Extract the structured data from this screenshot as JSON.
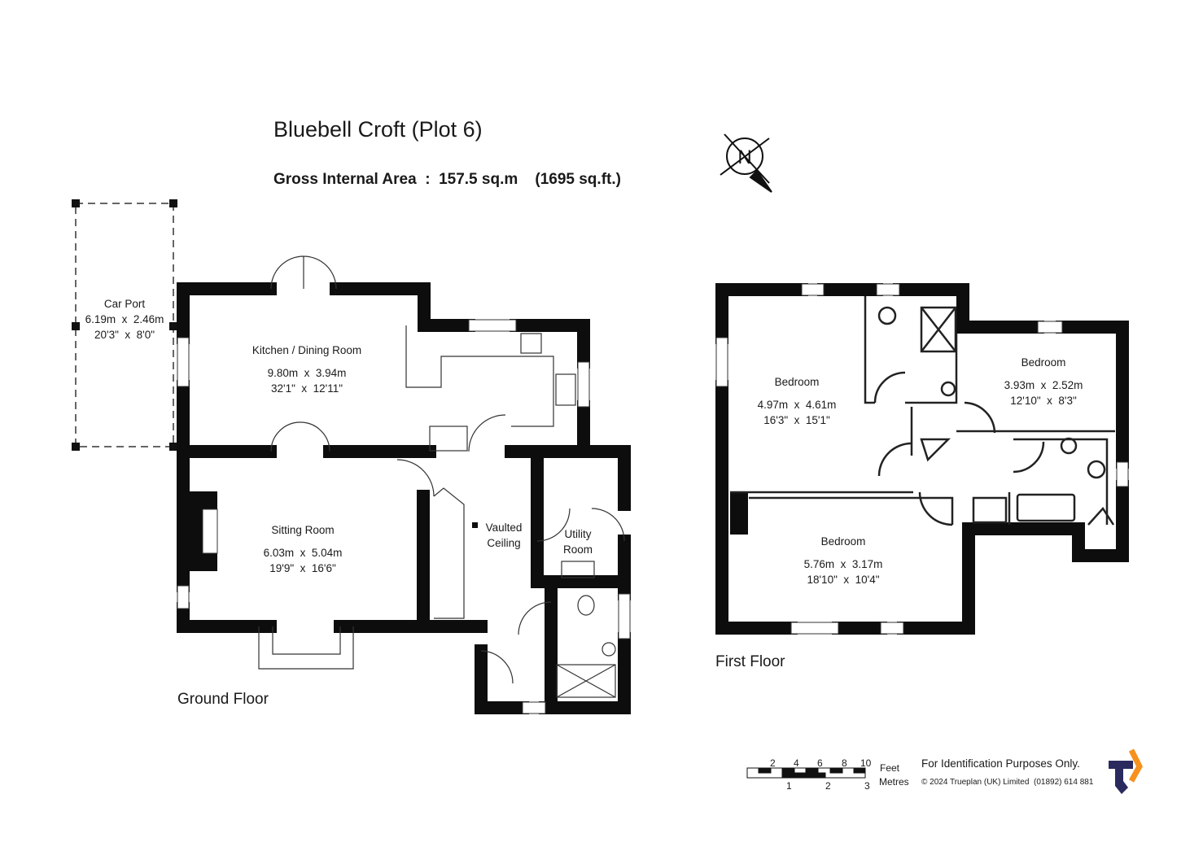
{
  "header": {
    "title": "Bluebell Croft (Plot 6)",
    "gross_internal_area": "Gross Internal Area  :  157.5 sq.m    (1695 sq.ft.)"
  },
  "compass": {
    "label": "N"
  },
  "ground_floor": {
    "label": "Ground Floor",
    "rooms": [
      {
        "name": "Car Port",
        "metric": "6.19m  x  2.46m",
        "imperial": "20'3\"  x  8'0\""
      },
      {
        "name": "Kitchen / Dining Room",
        "metric": "9.80m  x  3.94m",
        "imperial": "32'1\"  x  12'11\""
      },
      {
        "name": "Sitting Room",
        "metric": "6.03m  x  5.04m",
        "imperial": "19'9\"  x  16'6\""
      },
      {
        "name": "Vaulted",
        "metric": "Ceiling"
      },
      {
        "name": "Utility",
        "metric": "Room"
      }
    ]
  },
  "first_floor": {
    "label": "First Floor",
    "rooms": [
      {
        "name": "Bedroom",
        "metric": "4.97m  x  4.61m",
        "imperial": "16'3\"  x  15'1\""
      },
      {
        "name": "Bedroom",
        "metric": "3.93m  x  2.52m",
        "imperial": "12'10\"  x  8'3\""
      },
      {
        "name": "Bedroom",
        "metric": "5.76m  x  3.17m",
        "imperial": "18'10\"  x  10'4\""
      }
    ]
  },
  "scale": {
    "feet_ticks": [
      "2",
      "4",
      "6",
      "8",
      "10"
    ],
    "metre_ticks": [
      "1",
      "2",
      "3"
    ],
    "feet_label": "Feet",
    "metres_label": "Metres"
  },
  "footer": {
    "disclaimer": "For Identification Purposes Only.",
    "copyright": "© 2024 Trueplan (UK) Limited  (01892) 614 881"
  },
  "colors": {
    "wall": "#0d0d0d",
    "logo_navy": "#2b2a5e",
    "logo_orange": "#f7921e"
  }
}
